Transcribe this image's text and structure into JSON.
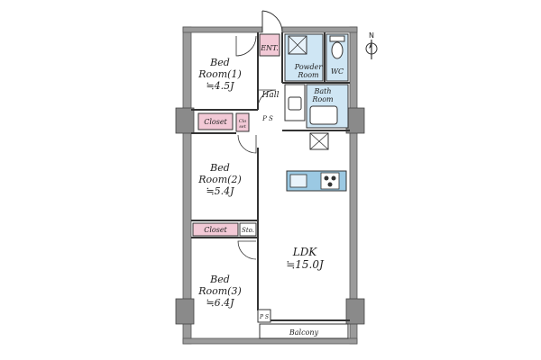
{
  "rooms": {
    "bed1": {
      "name": "Bed",
      "sub": "Room(1)",
      "size": "≒4.5J"
    },
    "bed2": {
      "name": "Bed",
      "sub": "Room(2)",
      "size": "≒5.4J"
    },
    "bed3": {
      "name": "Bed",
      "sub": "Room(3)",
      "size": "≒6.4J"
    },
    "ldk": {
      "name": "LDK",
      "size": "≒15.0J"
    },
    "hall": "Hall",
    "entrance": "ENT.",
    "powder": {
      "line1": "Powder",
      "line2": "Room"
    },
    "wc": "WC",
    "bath": {
      "line1": "Bath",
      "line2": "Room"
    },
    "balcony": "Balcony"
  },
  "labels": {
    "closet1": "Closet",
    "closet2": "Closet",
    "clo_small_1": "Clo",
    "clo_small_2": "set",
    "storage": "Sto.",
    "ps1": "P S",
    "ps2": "P S"
  },
  "compass": {
    "north": "N"
  },
  "colors": {
    "wall": "#9b9b9b",
    "wall_dark": "#6e6e6e",
    "closet": "#f2c9d6",
    "wet_area": "#cfe6f4",
    "kitchen": "#9bc9e3",
    "line": "#333333"
  }
}
